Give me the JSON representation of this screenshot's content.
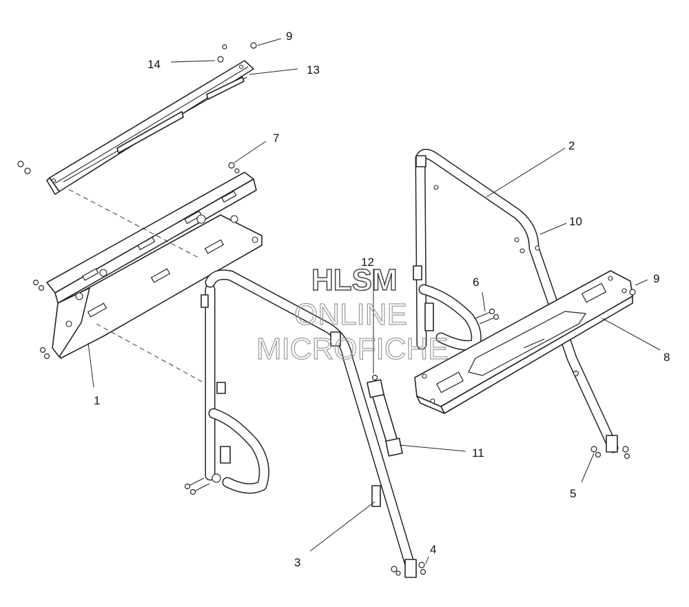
{
  "watermark": {
    "line1": "HLSM",
    "line2": "ONLINE",
    "line3": "MICROFICHE"
  },
  "callouts": [
    "1",
    "2",
    "3",
    "4",
    "5",
    "6",
    "7",
    "8",
    "9",
    "9",
    "10",
    "11",
    "12",
    "13",
    "14"
  ]
}
